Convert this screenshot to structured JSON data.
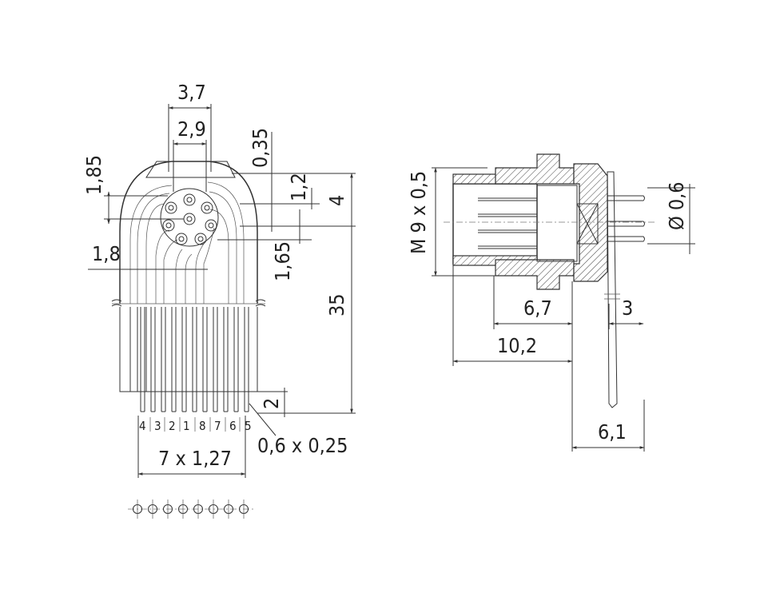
{
  "drawing": {
    "front_view": {
      "dimensions": {
        "width_outer": "3,7",
        "width_inner": "2,9",
        "wall": "0,35",
        "top_offset": "1,85",
        "row_gap": "1,2",
        "height_head": "4",
        "pin_pitch_radial": "1,8",
        "pin_offset": "1,65",
        "total_length": "35",
        "tail": "2",
        "pin_section": "0,6 x 0,25",
        "pitch_total": "7 x 1,27"
      },
      "pin_numbers": [
        "4",
        "3",
        "2",
        "1",
        "8",
        "7",
        "6",
        "5"
      ]
    },
    "side_view": {
      "dimensions": {
        "thread": "M 9 x 0,5",
        "pin_diameter": "Ø 0,6",
        "nut_length": "6,7",
        "rear_length": "3",
        "body_length": "10,2",
        "tail_offset": "6,1"
      }
    }
  }
}
